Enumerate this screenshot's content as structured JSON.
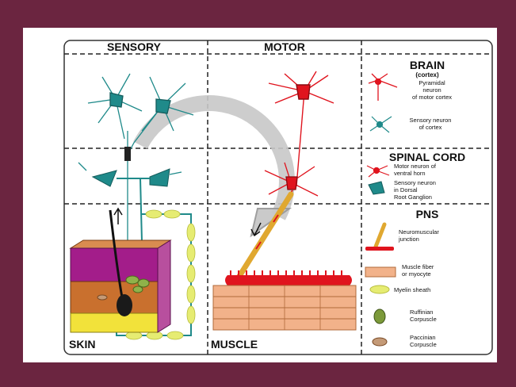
{
  "headers": {
    "sensory": "SENSORY",
    "motor": "MOTOR",
    "brain": "BRAIN",
    "brain_sub": "(cortex)",
    "spinal_cord": "SPINAL CORD",
    "pns": "PNS",
    "skin": "SKIN",
    "muscle": "MUSCLE"
  },
  "legend": {
    "pyramidal": [
      "Pyramidal",
      "neuron",
      "of motor cortex"
    ],
    "sensory_cortex": [
      "Sensory neuron",
      "of cortex"
    ],
    "motor_ventral": [
      "Motor neuron of",
      "ventral horn"
    ],
    "sensory_drg": [
      "Sensory neuron",
      "in Dorsal",
      "Root Ganglion"
    ],
    "nmj": [
      "Neuromuscular",
      "junction"
    ],
    "muscle_fiber": [
      "Muscle fiber",
      "or myocyte"
    ],
    "myelin": [
      "Myelin sheath"
    ],
    "ruffinian": [
      "Ruffinian",
      "Corpuscle"
    ],
    "paccinian": [
      "Paccinian",
      "Corpuscle"
    ]
  },
  "colors": {
    "frame": "#6b2540",
    "sensory": "#1f8a8a",
    "sensory_dark": "#145c5c",
    "motor": "#e0141e",
    "myelin": "#e6ec72",
    "muscle": "#f2b28a",
    "skin_purple": "#a31d8a",
    "skin_brown": "#c9702e",
    "skin_yellow": "#f2e23a",
    "arrow_gray": "#c8c8c8"
  }
}
